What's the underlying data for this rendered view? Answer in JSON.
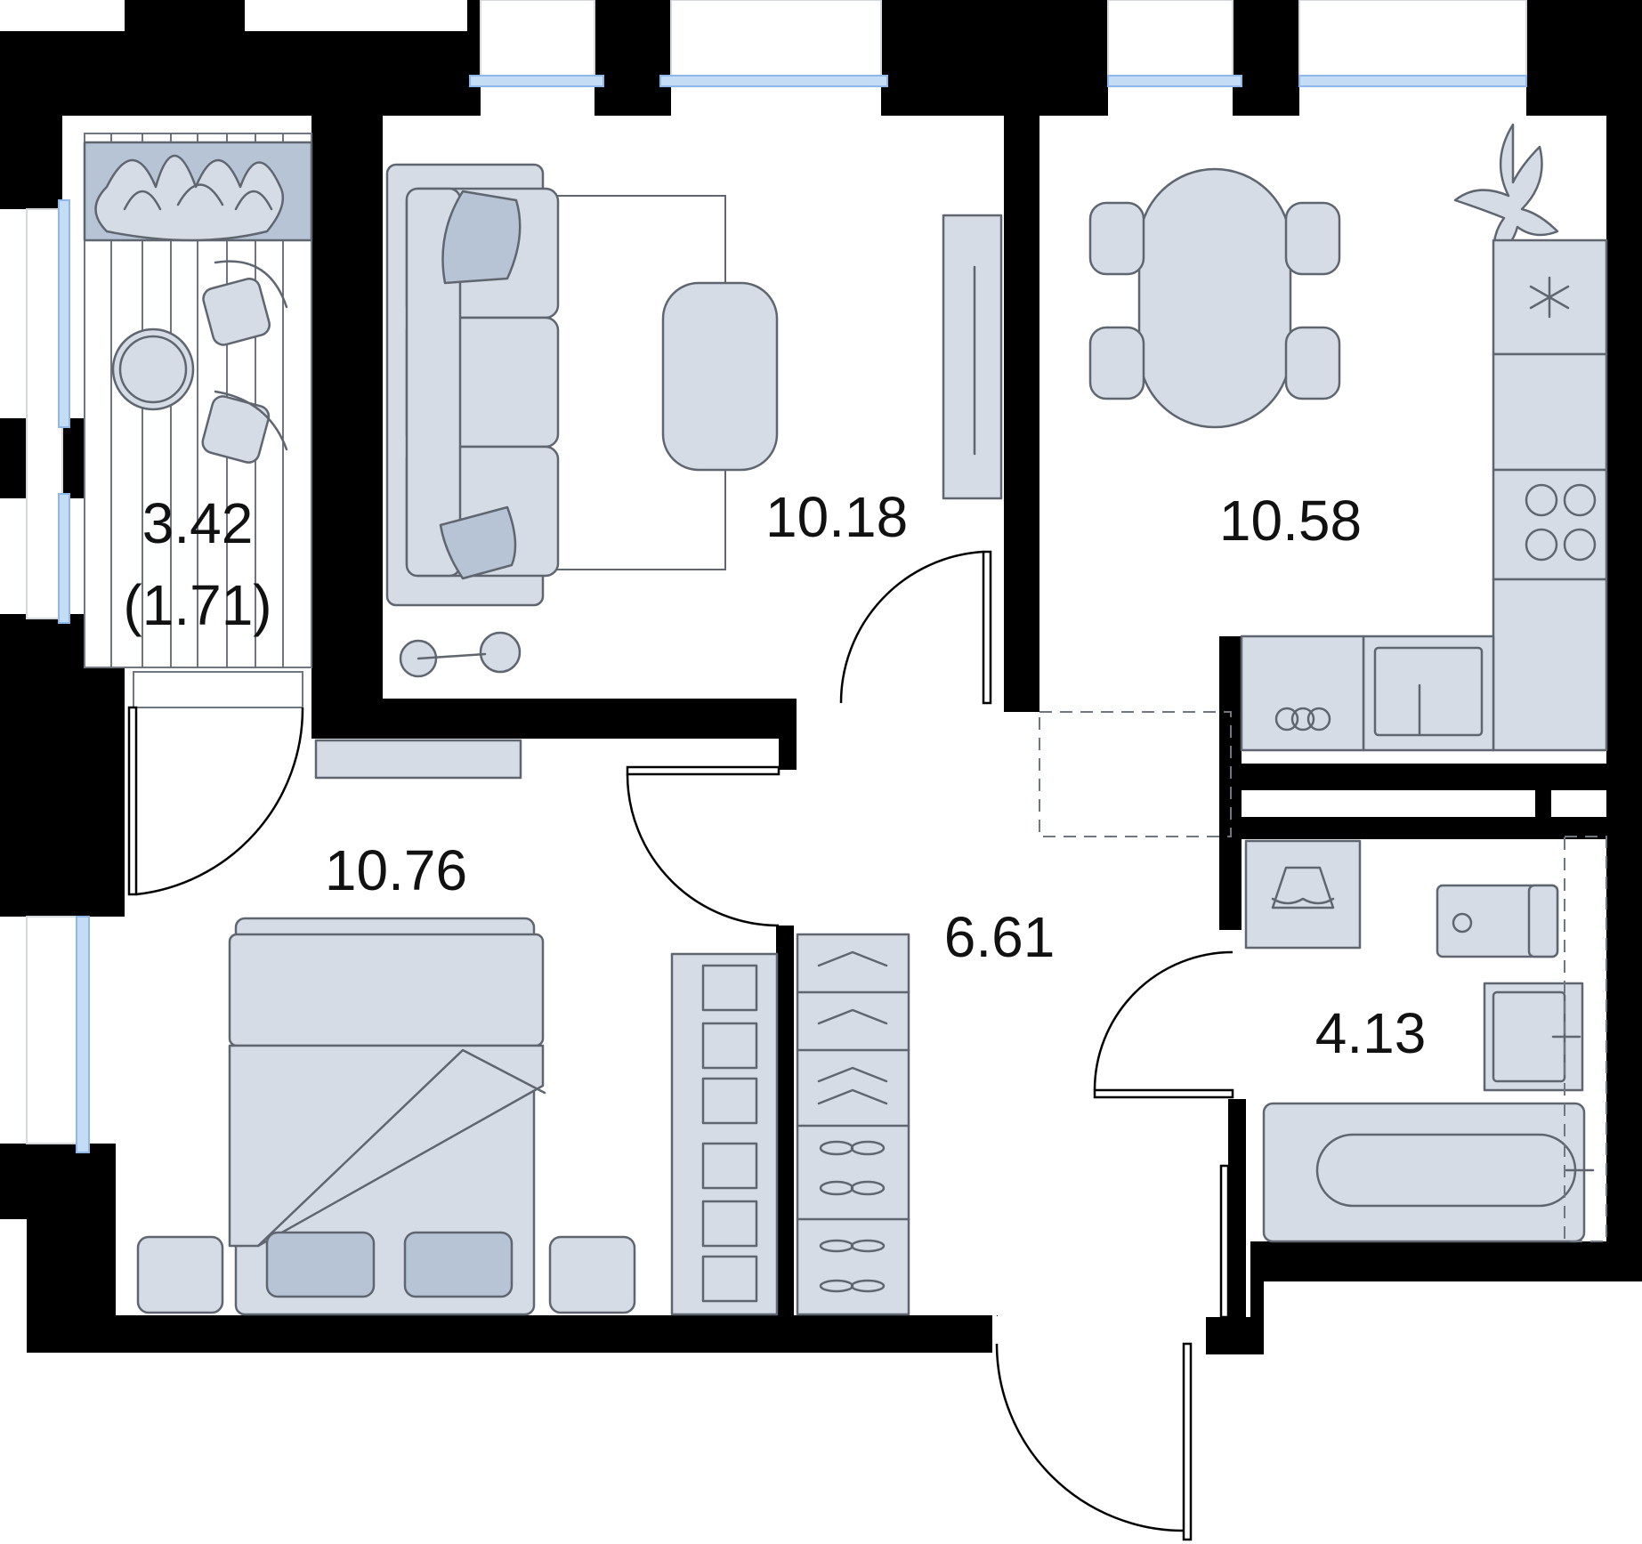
{
  "rooms": {
    "balcony": {
      "area": "3.42",
      "area_reduced": "(1.71)"
    },
    "living_room": {
      "area": "10.18"
    },
    "kitchen": {
      "area": "10.58"
    },
    "bedroom": {
      "area": "10.76"
    },
    "hallway": {
      "area": "6.61"
    },
    "bathroom": {
      "area": "4.13"
    }
  },
  "colors": {
    "wall": "#000000",
    "furniture_fill": "#d6dce5",
    "furniture_accent": "#b7c4d6",
    "furniture_stroke": "#5f6670",
    "window_glass": "#c5dcf5",
    "background": "#ffffff"
  },
  "icons": [
    "plant-planter-icon",
    "round-table-icon",
    "chair-icon",
    "sofa-icon",
    "pillow-icon",
    "coffee-table-icon",
    "rug-icon",
    "tv-unit-icon",
    "floor-lamp-icon",
    "dining-table-icon",
    "refrigerator-icon",
    "snowflake-icon",
    "stove-icon",
    "sink-icon",
    "dishwasher-icon",
    "kitchen-counter-icon",
    "potted-plant-icon",
    "bed-icon",
    "nightstand-icon",
    "dresser-icon",
    "wardrobe-icon",
    "hanger-icon",
    "shoes-icon",
    "washing-machine-icon",
    "toilet-icon",
    "washbasin-icon",
    "bathtub-icon",
    "door-swing-icon"
  ]
}
